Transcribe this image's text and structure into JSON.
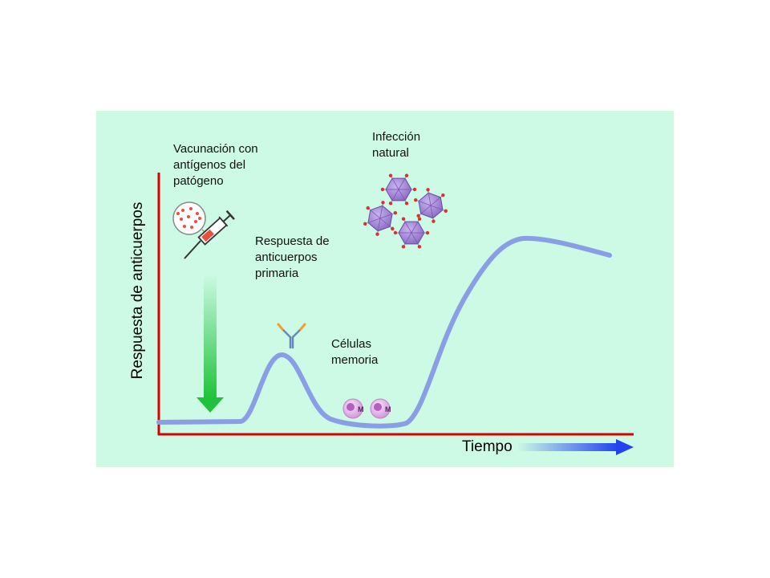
{
  "diagram": {
    "y_axis_label": "Respuesta de anticuerpos",
    "x_axis_label": "Tiempo",
    "labels": {
      "vaccination": "Vacunación con\nantígenos del\npatógeno",
      "primary_response": "Respuesta de\nanticuerpos\nprimaria",
      "memory_cells": "Células\nmemoria",
      "natural_infection": "Infección\nnatural"
    },
    "icons": {
      "vaccine": "syringe-icon",
      "antibody": "antibody-icon",
      "memory_cells": "memory-cell-icon",
      "virus": "virus-icon"
    },
    "memory_cell_marker": "M",
    "colors": {
      "background": "#ccfae4",
      "axes": "#d90000",
      "curve": "#8a9ee6",
      "vaccination_arrow": "#1fc23a",
      "time_arrow": "#2244ee",
      "virus": "#9a7ad0",
      "virus_spikes": "#e0302c"
    }
  }
}
